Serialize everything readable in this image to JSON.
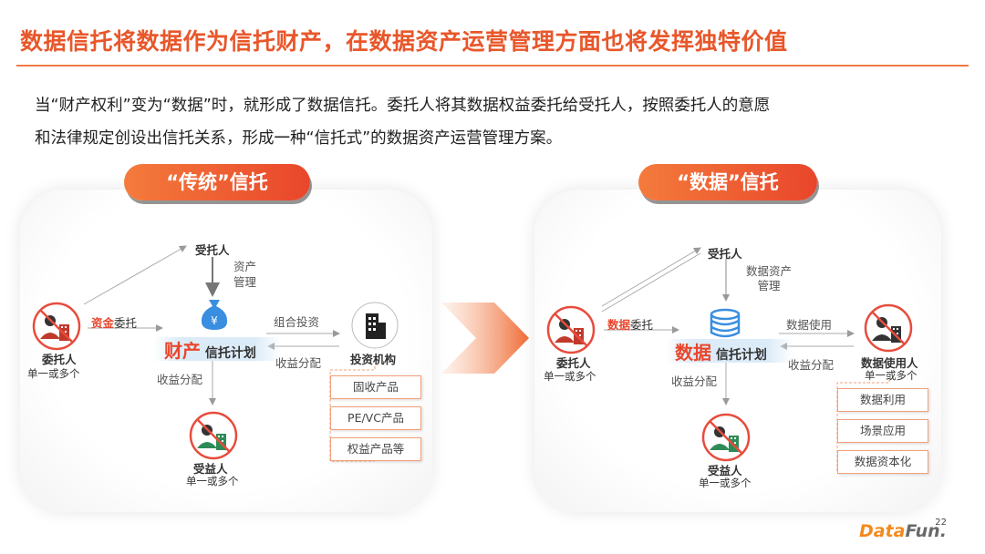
{
  "title": "数据信托将数据作为信托财产，在数据资产运营管理方面也将发挥独特价值",
  "intro": {
    "line1": "当“财产权利”变为“数据”时，就形成了数据信托。委托人将其数据权益委托给受托人，按照委托人的意愿",
    "line2": "和法律规定创设出信托关系，形成一种“信托式”的数据资产运营管理方案。"
  },
  "left": {
    "header": "“传统”信托",
    "trustee": "受托人",
    "asset_mgmt_1": "资产",
    "asset_mgmt_2": "管理",
    "settlor": "委托人",
    "settlor_sub": "单一或多个",
    "flow_key": "资金",
    "flow_rest": "委托",
    "plan_key": "财产",
    "plan_rest": " 信托计划",
    "invest": "组合投资",
    "return": "收益分配",
    "distribute": "收益分配",
    "institution": "投资机构",
    "beneficiary": "受益人",
    "beneficiary_sub": "单一或多个",
    "products": [
      "固收产品",
      "PE/VC产品",
      "权益产品等"
    ]
  },
  "right": {
    "header": "“数据”信托",
    "trustee": "受托人",
    "asset_mgmt_1": "数据资产",
    "asset_mgmt_2": "管理",
    "settlor": "委托人",
    "settlor_sub": "单一或多个",
    "flow_key": "数据",
    "flow_rest": "委托",
    "plan_key": "数据",
    "plan_rest": " 信托计划",
    "use": "数据使用",
    "return": "收益分配",
    "distribute": "收益分配",
    "user": "数据使用人",
    "user_sub": "单一或多个",
    "beneficiary": "受益人",
    "beneficiary_sub": "单一或多个",
    "products": [
      "数据利用",
      "场景应用",
      "数据资本化"
    ]
  },
  "page_number": "22",
  "logo": {
    "part1": "Data",
    "part2": "Fun."
  },
  "colors": {
    "accent": "#e9462b",
    "accent_light": "#f47b3c",
    "band": "#dcebf8"
  }
}
